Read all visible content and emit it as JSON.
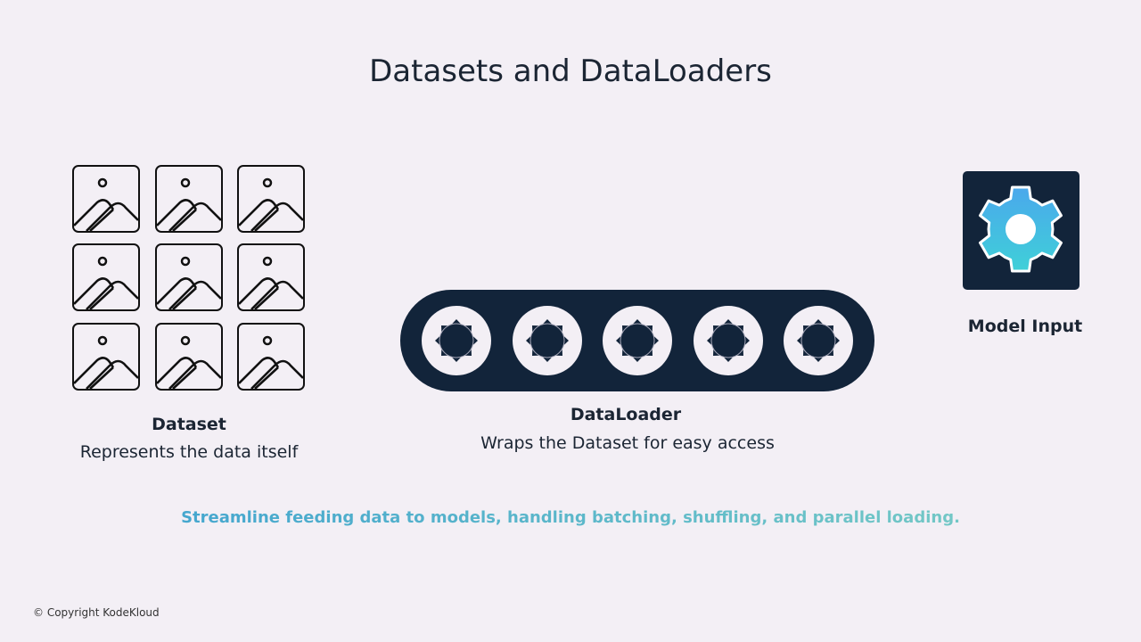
{
  "title": "Datasets and DataLoaders",
  "dataset": {
    "label": "Dataset",
    "description": "Represents the data itself",
    "image_count": 9
  },
  "dataloader": {
    "label": "DataLoader",
    "description": "Wraps the Dataset for easy access",
    "roller_count": 5
  },
  "model": {
    "label": "Model Input",
    "icon": "gear-icon"
  },
  "tagline": "Streamline feeding data to models, handling batching, shuffling, and parallel loading.",
  "copyright": "© Copyright KodeKloud",
  "colors": {
    "dark": "#12243a",
    "gradient_start": "#3a9fd0",
    "gradient_end": "#7dcfc4"
  }
}
